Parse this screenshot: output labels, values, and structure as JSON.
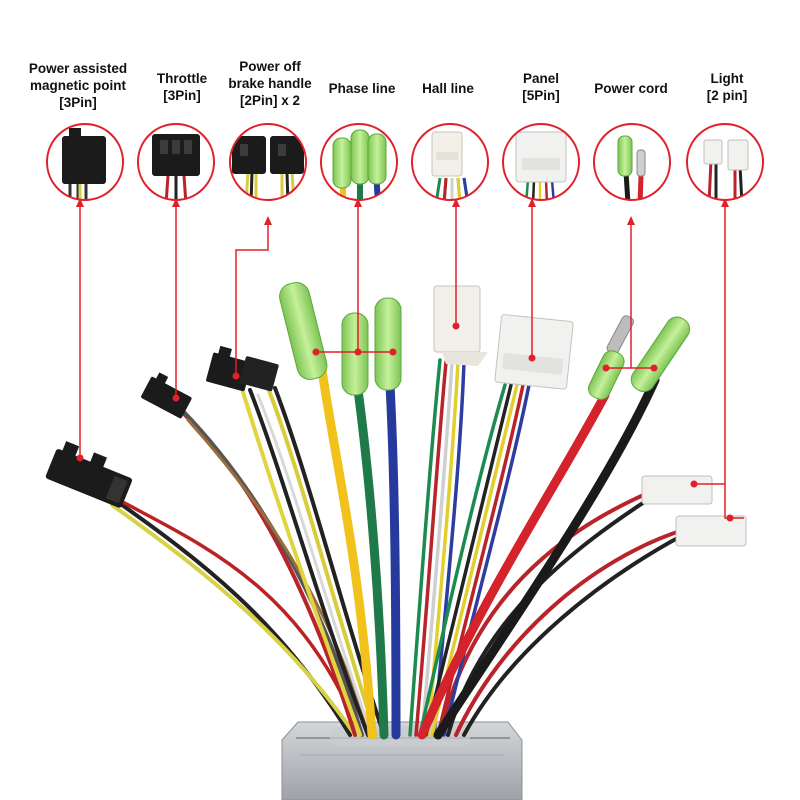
{
  "connectors": [
    {
      "id": "pas",
      "lines": [
        "Power assisted",
        "magnetic point",
        "[3Pin]"
      ]
    },
    {
      "id": "throttle",
      "lines": [
        "Throttle",
        "[3Pin]"
      ]
    },
    {
      "id": "brake",
      "lines": [
        "Power off",
        "brake handle",
        "[2Pin] x 2"
      ]
    },
    {
      "id": "phase",
      "lines": [
        "Phase line"
      ]
    },
    {
      "id": "hall",
      "lines": [
        "Hall line"
      ]
    },
    {
      "id": "panel",
      "lines": [
        "Panel",
        "[5Pin]"
      ]
    },
    {
      "id": "power",
      "lines": [
        "Power cord"
      ]
    },
    {
      "id": "light",
      "lines": [
        "Light",
        "[2 pin]"
      ]
    }
  ],
  "colors": {
    "pointer": "#e0202a",
    "circle_border": "#e0202a",
    "phase_yellow": "#f2c21c",
    "phase_green": "#1f7a4a",
    "phase_blue": "#253a9c",
    "power_red": "#d4232b",
    "power_black": "#1a1a1a",
    "sleeve_green": "#9bd86a",
    "connector_black": "#1b1b1b",
    "connector_white": "#f1f1ef",
    "housing_gray": "#b9bcc0"
  },
  "icons": [
    "sm-3pin-connector-icon",
    "sm-2pin-connector-icon",
    "bullet-connector-icon",
    "hall-plug-icon",
    "panel-plug-icon",
    "light-plug-icon"
  ]
}
